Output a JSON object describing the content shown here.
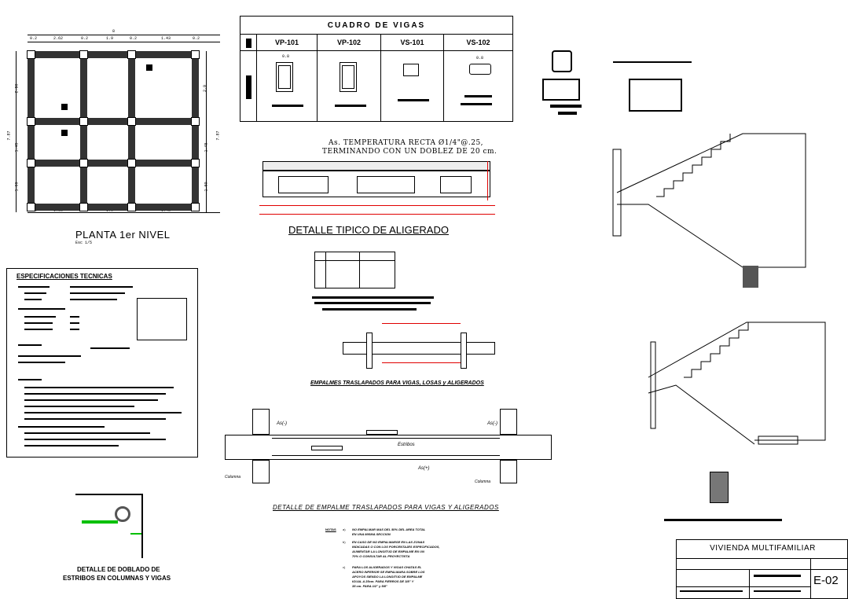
{
  "colors": {
    "line": "#000000",
    "dimension_red": "#e00000",
    "rebar_yellow": "#d4b000",
    "stirrup_green": "#00c000",
    "column_gray": "#333333"
  },
  "plan": {
    "title": "PLANTA 1er NIVEL",
    "scale": "Esc 1/5",
    "top_dims": [
      "0.2",
      "2.62",
      "0.2",
      "1.9",
      "0.2",
      "1.43",
      "0.2"
    ],
    "bottom_dims": [
      "0.2",
      "1.60",
      "0.2",
      "1.9",
      "0.2",
      "1.43",
      "0.2"
    ],
    "left_dims": [
      "2.96",
      "1.45",
      "1.60"
    ],
    "right_dims": [
      "2.9",
      "1.45",
      "1.60"
    ],
    "total_height": "7.87",
    "total_width": "8"
  },
  "beam_table": {
    "title": "CUADRO DE VIGAS",
    "columns": [
      "VP-101",
      "VP-102",
      "VS-101",
      "VS-102"
    ],
    "dim_labels": [
      "0.8",
      "0.8"
    ]
  },
  "aligerado": {
    "note_line1": "As. TEMPERATURA RECTA Ø1/4\"@.25,",
    "note_line2": "TERMINANDO CON UN DOBLEZ DE 20 cm.",
    "title": "DETALLE TIPICO DE ALIGERADO"
  },
  "specs": {
    "title": "ESPECIFICACIONES TECNICAS"
  },
  "empalme1": {
    "title": "EMPALMES TRASLAPADOS PARA VIGAS, LOSAS y ALIGERADOS"
  },
  "empalme2": {
    "title": "DETALLE DE EMPALME TRASLAPADOS PARA VIGAS Y ALIGERADOS",
    "label_as_neg": "As(-)",
    "label_as_pos": "As(+)",
    "label_columna": "Columna",
    "label_estribos": "Estribos"
  },
  "notes": {
    "label": "NOTAS",
    "items": [
      {
        "letter": "a)",
        "lines": [
          "NO EMPALMAR MAS DEL 50% DEL AREA TOTAL",
          "EN UNA MISMA SECCION"
        ]
      },
      {
        "letter": "b)",
        "lines": [
          "EN CASO DE NO EMPALMARSE EN LAS ZONAS",
          "INDICADAS O CON LOS PORCENTAJES ESPECIFICADOS,",
          "AUMENTAR LA LONGITUD DE EMPALME EN UN",
          "70% O CONSULTAR AL PROYECTISTA"
        ]
      },
      {
        "letter": "c)",
        "lines": [
          "PARA LOS ALIGERADOS Y VIGAS CHATAS EL",
          "ACERO INFERIOR SE EMPALMARA SOBRE LOS",
          "APOYOS SIENDO LA LONGITUD DE EMPALME",
          "IGUAL A 25cm. PARA FIERROS DE 3/8\" Y",
          "35 cm. PARA 1/2\" y 5/8\""
        ]
      }
    ]
  },
  "doblado": {
    "title_line1": "DETALLE DE DOBLADO DE",
    "title_line2": "ESTRIBOS EN COLUMNAS Y VIGAS"
  },
  "title_block": {
    "project": "VIVIENDA MULTIFAMILIAR",
    "sheet": "E-02"
  }
}
